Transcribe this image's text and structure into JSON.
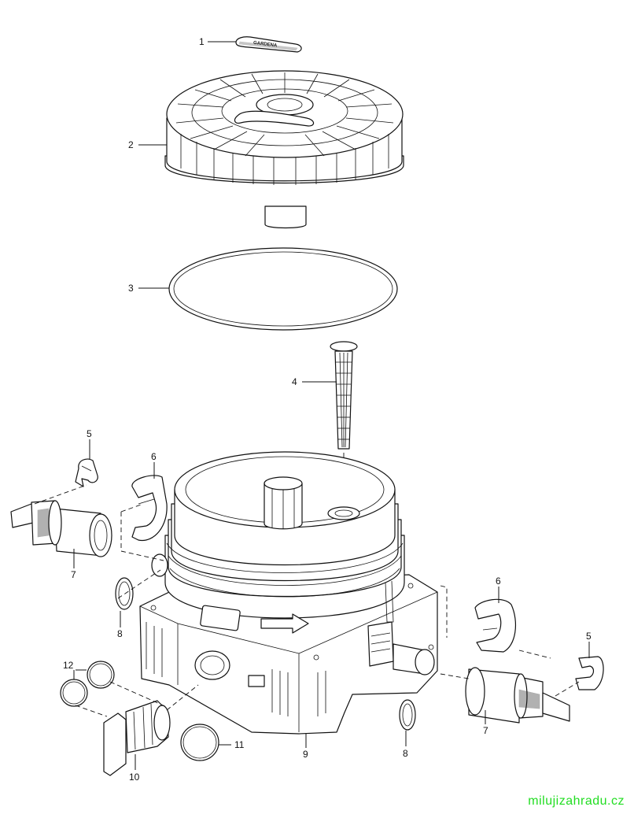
{
  "callouts": {
    "c1": "1",
    "c2": "2",
    "c3": "3",
    "c4": "4",
    "c5a": "5",
    "c5b": "5",
    "c6a": "6",
    "c6b": "6",
    "c7a": "7",
    "c7b": "7",
    "c8a": "8",
    "c8b": "8",
    "c9": "9",
    "c10": "10",
    "c11": "11",
    "c12": "12"
  },
  "badge_text": "GARDENA",
  "watermark": "milujizahradu.cz",
  "colors": {
    "line": "#111111",
    "watermark": "#22dd22",
    "background": "#ffffff"
  }
}
